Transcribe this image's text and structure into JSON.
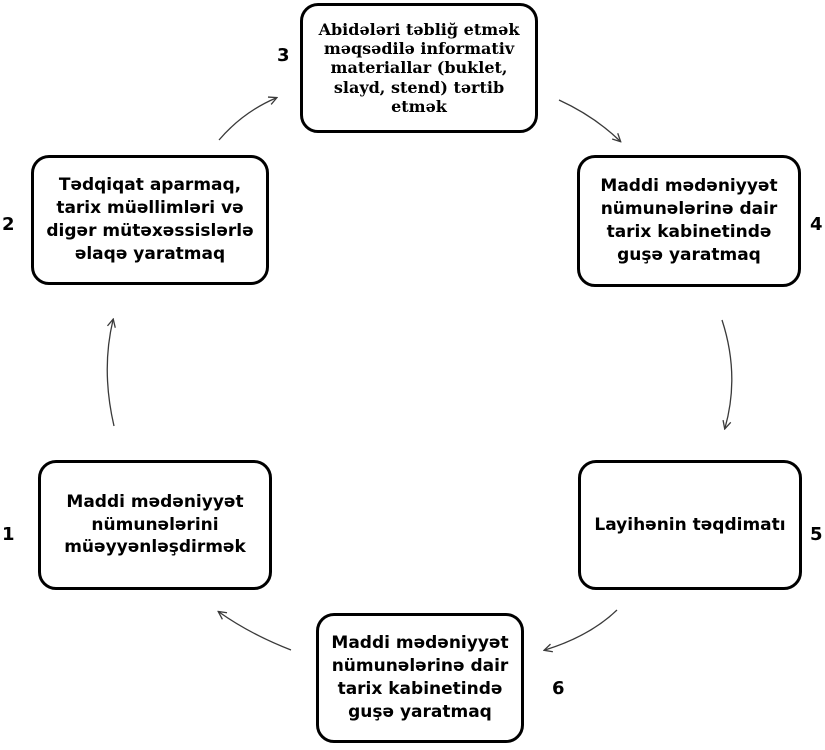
{
  "steps": [
    {
      "number": "1",
      "text": "Maddi mədəniyyət nümunələrini müəyyənləşdirmək"
    },
    {
      "number": "2",
      "text": "Tədqiqat aparmaq, tarix müəllimləri və digər mütəxəssislərlə əlaqə yaratmaq"
    },
    {
      "number": "3",
      "text": "Abidələri təbliğ etmək məqsədilə informativ materiallar (buklet, slayd, stend) tərtib etmək"
    },
    {
      "number": "4",
      "text": "Maddi mədəniyyət nümunələrinə dair tarix kabinetində guşə yaratmaq"
    },
    {
      "number": "5",
      "text": "Layihənin təqdimatı"
    },
    {
      "number": "6",
      "text": "Maddi mədəniyyət nümunələrinə dair tarix kabinetində guşə yaratmaq"
    }
  ],
  "colors": {
    "border": "#000000",
    "background": "#ffffff",
    "arrow": "#3a3a3a"
  }
}
